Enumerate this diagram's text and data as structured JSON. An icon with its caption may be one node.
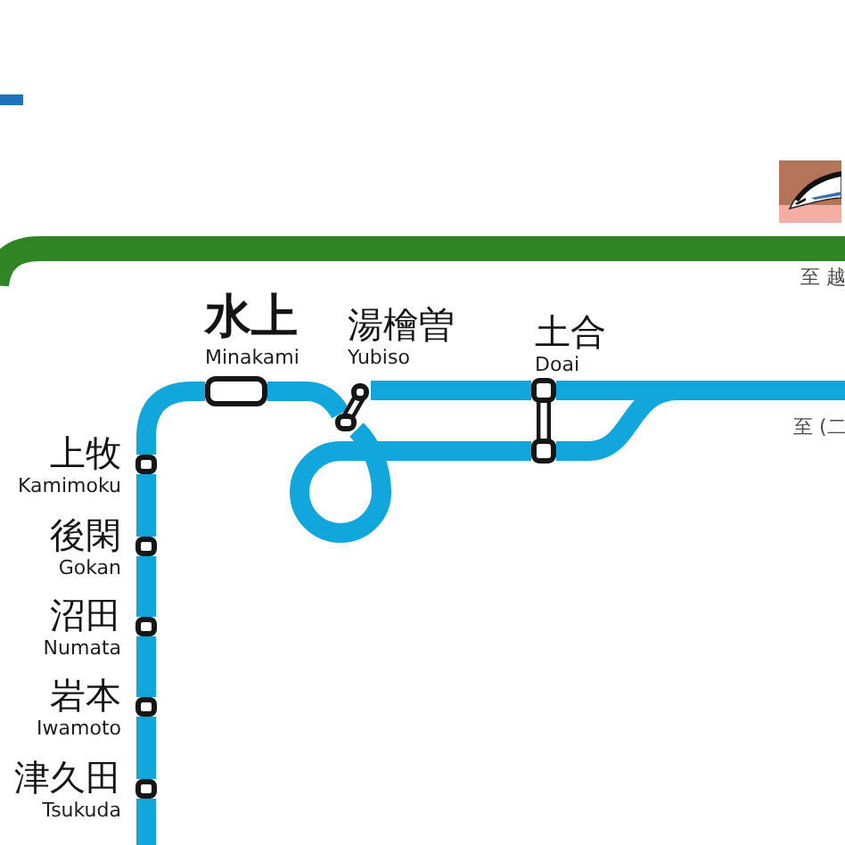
{
  "diagram": {
    "nodes": [
      {
        "text": [],
        "shape": "box",
        "beside": [
          "水上",
          "Minakami"
        ]
      },
      {
        "text": [],
        "shape": "box",
        "beside": [
          "湯檜曽",
          "Yubiso"
        ]
      },
      {
        "text": [],
        "shape": "box",
        "beside": [
          "土合",
          "Doai"
        ]
      },
      {
        "text": [],
        "shape": "box",
        "beside": [
          "上牧",
          "Kamimoku"
        ]
      },
      {
        "text": [],
        "shape": "box",
        "beside": [
          "後閑",
          "Gokan"
        ]
      },
      {
        "text": [],
        "shape": "box",
        "beside": [
          "沼田",
          "Numata"
        ]
      },
      {
        "text": [],
        "shape": "box",
        "beside": [
          "岩本",
          "Iwamoto"
        ]
      },
      {
        "text": [],
        "shape": "box",
        "beside": [
          "津久田",
          "Tsukuda"
        ]
      }
    ],
    "edges": [
      {
        "from": null,
        "to": 7,
        "arrow": "none"
      },
      {
        "from": 7,
        "to": 6,
        "arrow": "none"
      },
      {
        "from": 6,
        "to": 5,
        "arrow": "none"
      },
      {
        "from": 5,
        "to": 4,
        "arrow": "none"
      },
      {
        "from": 4,
        "to": 3,
        "arrow": "none"
      },
      {
        "from": 3,
        "to": 0,
        "arrow": "none"
      },
      {
        "from": 0,
        "to": 1,
        "arrow": "none"
      },
      {
        "from": 1,
        "to": 2,
        "arrow": "none"
      },
      {
        "from": 1,
        "to": 2,
        "arrow": "none"
      },
      {
        "from": 2,
        "to": null,
        "arrow": "none"
      },
      {
        "from": 2,
        "to": null,
        "arrow": "none"
      }
    ],
    "labels": [
      "至 越",
      "至 (二"
    ]
  }
}
